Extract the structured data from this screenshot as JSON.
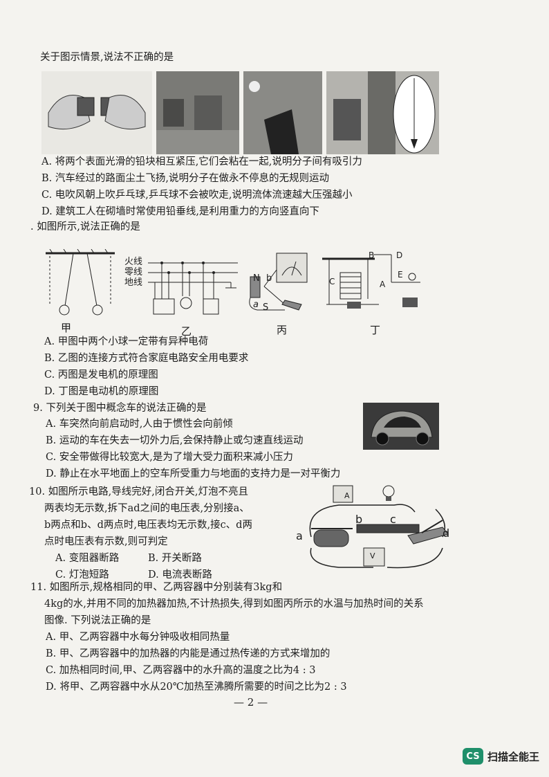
{
  "q7": {
    "stem": "关于图示情景,说法不正确的是",
    "options": [
      "A. 将两个表面光滑的铅块相互紧压,它们会粘在一起,说明分子间有吸引力",
      "B. 汽车经过的路面尘土飞扬,说明分子在做永不停息的无规则运动",
      "C. 电吹风朝上吹乒乓球,乒乓球不会被吹走,说明流体流速越大压强越小",
      "D. 建筑工人在砌墙时常使用铅垂线,是利用重力的方向竖直向下"
    ]
  },
  "q8": {
    "stem": ". 如图所示,说法正确的是",
    "figure_labels": [
      "甲",
      "乙",
      "丙",
      "丁"
    ],
    "wire_labels": [
      "火线",
      "零线",
      "地线"
    ],
    "options": [
      "A. 甲图中两个小球一定带有异种电荷",
      "B. 乙图的连接方式符合家庭电路安全用电要求",
      "C. 丙图是发电机的原理图",
      "D. 丁图是电动机的原理图"
    ]
  },
  "q9": {
    "stem": "9. 下列关于图中概念车的说法正确的是",
    "options": [
      "A. 车突然向前启动时,人由于惯性会向前倾",
      "B. 运动的车在失去一切外力后,会保持静止或匀速直线运动",
      "C. 安全带做得比较宽大,是为了增大受力面积来减小压力",
      "D. 静止在水平地面上的空车所受重力与地面的支持力是一对平衡力"
    ]
  },
  "q10": {
    "stem_lines": [
      "10. 如图所示电路,导线完好,闭合开关,灯泡不亮且",
      "两表均无示数,拆下ad之间的电压表,分别接a、",
      "b两点和b、d两点时,电压表均无示数,接c、d两",
      "点时电压表有示数,则可判定"
    ],
    "options": [
      "A. 变阻器断路",
      "B. 开关断路",
      "C. 灯泡短路",
      "D. 电流表断路"
    ],
    "point_labels": [
      "a",
      "b",
      "c",
      "d"
    ],
    "meter_labels": [
      "A",
      "V"
    ]
  },
  "q11": {
    "stem_lines": [
      "11. 如图所示,规格相同的甲、乙两容器中分别装有3kg和",
      "4kg的水,并用不同的加热器加热,不计热损失,得到如图丙所示的水温与加热时间的关系",
      "图像. 下列说法正确的是"
    ],
    "options": [
      "A. 甲、乙两容器中水每分钟吸收相同热量",
      "B. 甲、乙两容器中的加热器的内能是通过热传递的方式来增加的",
      "C. 加热相同时间,甲、乙两容器中的水升高的温度之比为4 : 3",
      "D. 将甲、乙两容器中水从20℃加热至沸腾所需要的时间之比为2 : 3"
    ]
  },
  "diagram_labels": {
    "ding": [
      "B",
      "C",
      "A",
      "D",
      "E"
    ],
    "bing": [
      "N",
      "b",
      "a",
      "S"
    ]
  },
  "page_number": "— 2 —",
  "brand": {
    "logo": "CS",
    "name": "扫描全能王"
  }
}
